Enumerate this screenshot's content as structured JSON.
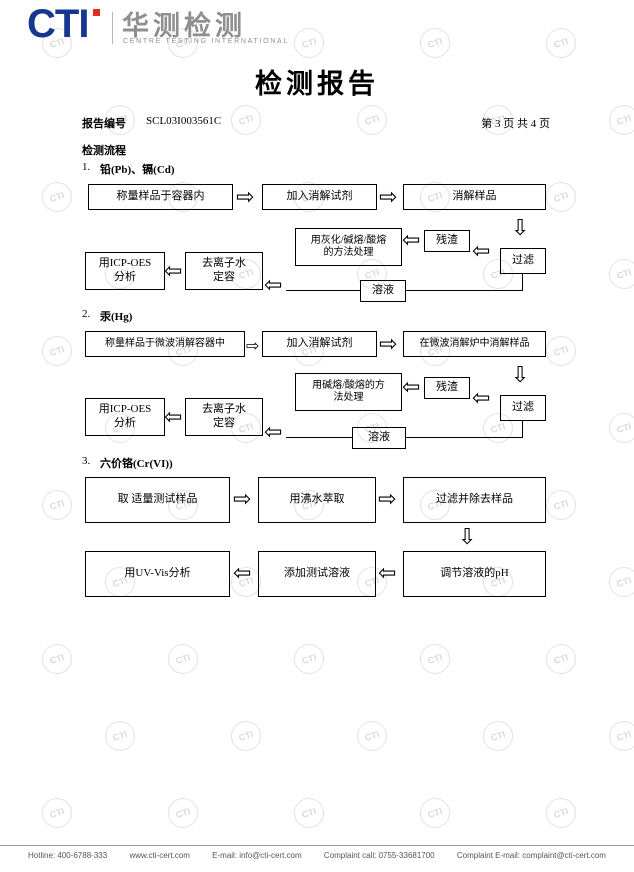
{
  "header": {
    "logo": "CTI",
    "brand_cn": "华测检测",
    "brand_en": "CENTRE TESTING INTERNATIONAL"
  },
  "title": "检测报告",
  "report": {
    "label": "报告编号",
    "number": "SCL03I003561C",
    "pages": "第 3 页   共 4 页"
  },
  "section": "检测流程",
  "flows": [
    {
      "num": "1.",
      "name": "铅(Pb)、镉(Cd)",
      "weigh": "称量样品于容器内",
      "reagent": "加入消解试剂",
      "digest": "消解样品",
      "treat": "用灰化/碱熔/酸熔\n的方法处理",
      "residue": "残渣",
      "filter": "过滤",
      "analyze": "用ICP-OES\n分析",
      "dilute": "去离子水\n定容",
      "solution": "溶液"
    },
    {
      "num": "2.",
      "name": "汞(Hg)",
      "weigh": "称量样品于微波消解容器中",
      "reagent": "加入消解试剂",
      "digest": "在微波消解炉中消解样品",
      "treat": "用碱熔/酸熔的方\n法处理",
      "residue": "残渣",
      "filter": "过滤",
      "analyze": "用ICP-OES\n分析",
      "dilute": "去离子水\n定容",
      "solution": "溶液"
    },
    {
      "num": "3.",
      "name": "六价铬(Cr(VI))",
      "take": "取 适量测试样品",
      "extract": "用沸水萃取",
      "filter_remove": "过滤并除去样品",
      "adjust": "调节溶液的pH",
      "add_test": "添加测试溶液",
      "analyze": "用UV-Vis分析"
    }
  ],
  "icons": {
    "arrow_right": "⇨",
    "arrow_left": "⇦",
    "arrow_down": "⇩"
  },
  "watermark": "CTI",
  "footer": {
    "items": [
      "Hotline: 400-6788-333",
      "www.cti-cert.com",
      "E-mail: info@cti-cert.com",
      "Complaint call: 0755-33681700",
      "Complaint E-mail: complaint@cti-cert.com"
    ]
  }
}
